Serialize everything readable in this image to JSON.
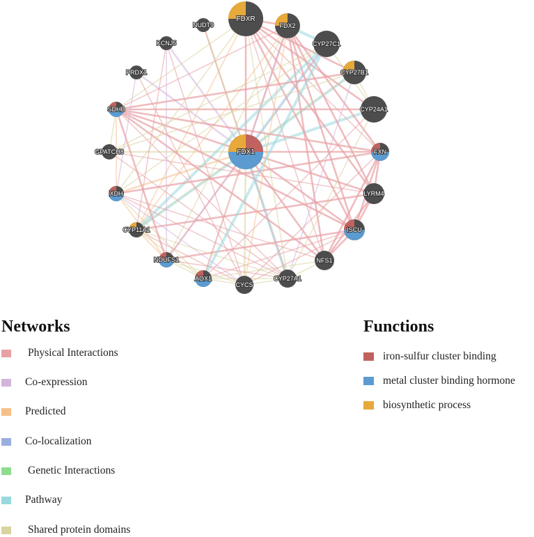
{
  "network": {
    "hub": "FDX1",
    "nodes": [
      {
        "id": "FDXR",
        "label": "FDXR",
        "fn": [
          "biosynthetic"
        ]
      },
      {
        "id": "FDX2",
        "label": "FDX2",
        "fn": [
          "biosynthetic"
        ]
      },
      {
        "id": "NUDT9",
        "label": "NUDT9",
        "fn": []
      },
      {
        "id": "KCNJ5",
        "label": "KCNJ5",
        "fn": []
      },
      {
        "id": "CYP27C1",
        "label": "CYP27C1",
        "fn": []
      },
      {
        "id": "CYP27B1",
        "label": "CYP27B1",
        "fn": [
          "biosynthetic"
        ]
      },
      {
        "id": "PRDX1",
        "label": "PRDX1",
        "fn": []
      },
      {
        "id": "SDHB",
        "label": "SDHB",
        "fn": [
          "iron",
          "metal"
        ]
      },
      {
        "id": "CYP24A1",
        "label": "CYP24A1",
        "fn": []
      },
      {
        "id": "GPATCH8",
        "label": "GPATCH8",
        "fn": []
      },
      {
        "id": "FDX1",
        "label": "FDX1",
        "fn": [
          "iron",
          "metal",
          "biosynthetic"
        ]
      },
      {
        "id": "FXN",
        "label": "FXN",
        "fn": [
          "iron",
          "metal"
        ]
      },
      {
        "id": "XDH",
        "label": "XDH",
        "fn": [
          "iron",
          "metal"
        ]
      },
      {
        "id": "LYRM4",
        "label": "LYRM4",
        "fn": []
      },
      {
        "id": "CYP11A1",
        "label": "CYP11A1",
        "fn": [
          "biosynthetic"
        ]
      },
      {
        "id": "ISCU",
        "label": "ISCU",
        "fn": [
          "iron",
          "metal"
        ]
      },
      {
        "id": "NDUFS1",
        "label": "NDUFS1",
        "fn": [
          "iron",
          "metal"
        ]
      },
      {
        "id": "NFS1",
        "label": "NFS1",
        "fn": []
      },
      {
        "id": "AOX1",
        "label": "AOX1",
        "fn": [
          "iron",
          "metal"
        ]
      },
      {
        "id": "CYCS",
        "label": "CYCS",
        "fn": []
      },
      {
        "id": "CYP27A1",
        "label": "CYP27A1",
        "fn": []
      }
    ]
  },
  "legends": {
    "networks_title": "Networks",
    "networks": [
      {
        "label": "Physical Interactions",
        "color": "#e8a0a4"
      },
      {
        "label": "Co-expression",
        "color": "#d3b4dc"
      },
      {
        "label": "Predicted",
        "color": "#f5c08a"
      },
      {
        "label": "Co-localization",
        "color": "#9aaede"
      },
      {
        "label": "Genetic Interactions",
        "color": "#8fdc8f"
      },
      {
        "label": "Pathway",
        "color": "#9ad8df"
      },
      {
        "label": "Shared protein domains",
        "color": "#d9d3a0"
      }
    ],
    "functions_title": "Functions",
    "functions": [
      {
        "label": "iron-sulfur cluster binding",
        "color": "#c0625f"
      },
      {
        "label": "metal cluster binding hormone",
        "color": "#5b9bd0"
      },
      {
        "label": "biosynthetic process",
        "color": "#e6a93a"
      }
    ]
  },
  "colors": {
    "node": "#4d4d4d",
    "iron": "#c0625f",
    "metal": "#5b9bd0",
    "biosynthetic": "#e6a93a"
  }
}
